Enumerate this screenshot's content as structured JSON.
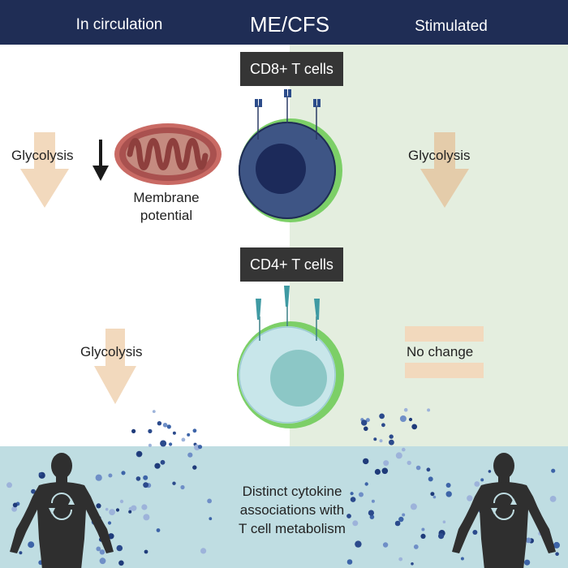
{
  "header": {
    "left_label": "In circulation",
    "title": "ME/CFS",
    "right_label": "Stimulated"
  },
  "cd8": {
    "label": "CD8+ T cells",
    "glycolysis_circulation": "Glycolysis",
    "membrane_line1": "Membrane",
    "membrane_line2": "potential",
    "glycolysis_stimulated": "Glycolysis"
  },
  "cd4": {
    "label": "CD4+ T cells",
    "glycolysis_circulation": "Glycolysis",
    "stimulated_result": "No change"
  },
  "bottom": {
    "line1": "Distinct cytokine",
    "line2": "associations with",
    "line3": "T cell metabolism"
  },
  "colors": {
    "header_bg": "#1f2d55",
    "stimulated_bg": "#e4eedf",
    "bottom_bg": "#bfdde2",
    "down_arrow": "#f2d9bd",
    "cd8_cell": "#3e5585",
    "cd8_nucleus": "#1c2a5a",
    "cd4_cell": "#c8e6ea",
    "cd4_nucleus": "#8cc7c6",
    "membrane_green": "#7ccf67",
    "mitochondrion": "#a9514f",
    "silhouette": "#2f2f2f"
  },
  "icons": [
    "down-arrow-icon",
    "mitochondrion-icon",
    "t-cell-receptor-icon",
    "human-silhouette-icon",
    "circular-arrows-icon",
    "equals-icon"
  ]
}
